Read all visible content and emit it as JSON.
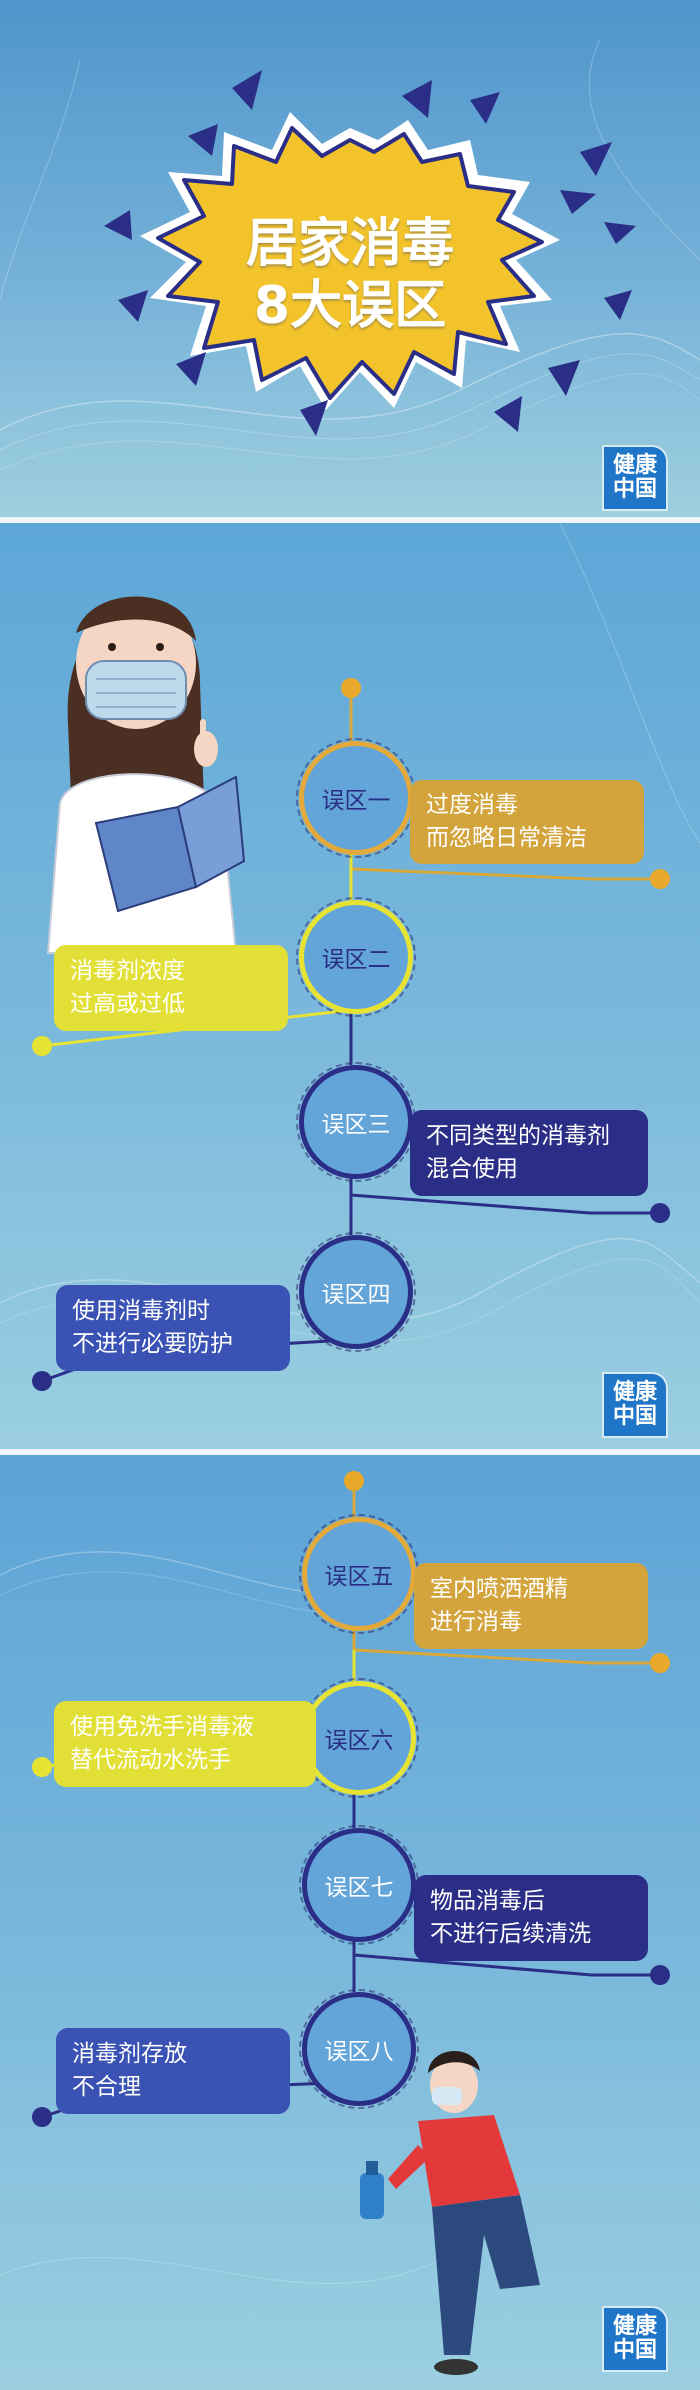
{
  "banner": {
    "title_line1": "居家消毒",
    "title_line2": "8大误区"
  },
  "logo": {
    "line1": "健康",
    "line2": "中国"
  },
  "colors": {
    "gold": "#d7a83a",
    "yellow": "#e7e332",
    "navy": "#2b2e86",
    "deep_blue": "#3a52b4"
  },
  "myths": [
    {
      "label": "误区一",
      "text_line1": "过度消毒",
      "text_line2": "而忽略日常清洁"
    },
    {
      "label": "误区二",
      "text_line1": "消毒剂浓度",
      "text_line2": "过高或过低"
    },
    {
      "label": "误区三",
      "text_line1": "不同类型的消毒剂",
      "text_line2": "混合使用"
    },
    {
      "label": "误区四",
      "text_line1": "使用消毒剂时",
      "text_line2": "不进行必要防护"
    },
    {
      "label": "误区五",
      "text_line1": "室内喷洒酒精",
      "text_line2": "进行消毒"
    },
    {
      "label": "误区六",
      "text_line1": "使用免洗手消毒液",
      "text_line2": "替代流动水洗手"
    },
    {
      "label": "误区七",
      "text_line1": "物品消毒后",
      "text_line2": "不进行后续清洗"
    },
    {
      "label": "误区八",
      "text_line1": "消毒剂存放",
      "text_line2": "不合理"
    }
  ]
}
